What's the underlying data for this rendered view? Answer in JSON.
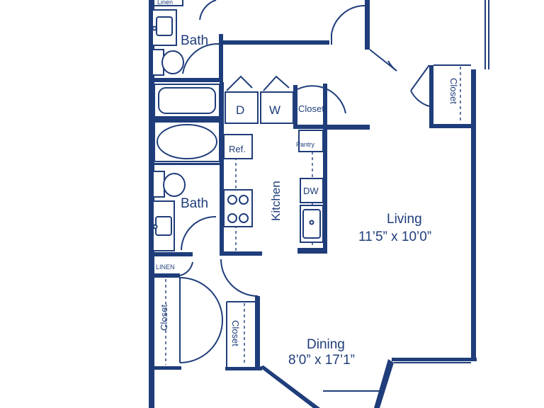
{
  "rooms": {
    "bath_upper": "Bath",
    "bath_lower": "Bath",
    "linen_top": "Linen",
    "linen_lower": "LINEN",
    "closet_entry_top": "Closet",
    "closet_right": "Closet",
    "closet_left_lower": "Closet",
    "closet_mid_lower": "Closet",
    "kitchen": "Kitchen",
    "pantry": "Pantry",
    "living": "Living",
    "living_dims": "11’5” x 10’0”",
    "dining": "Dining",
    "dining_dims": "8’0” x 17’1”"
  },
  "appliances": {
    "dryer": "D",
    "washer": "W",
    "refrigerator": "Ref.",
    "dishwasher": "DW"
  },
  "colors": {
    "wall": "#1f3d7a",
    "background": "#ffffff"
  }
}
